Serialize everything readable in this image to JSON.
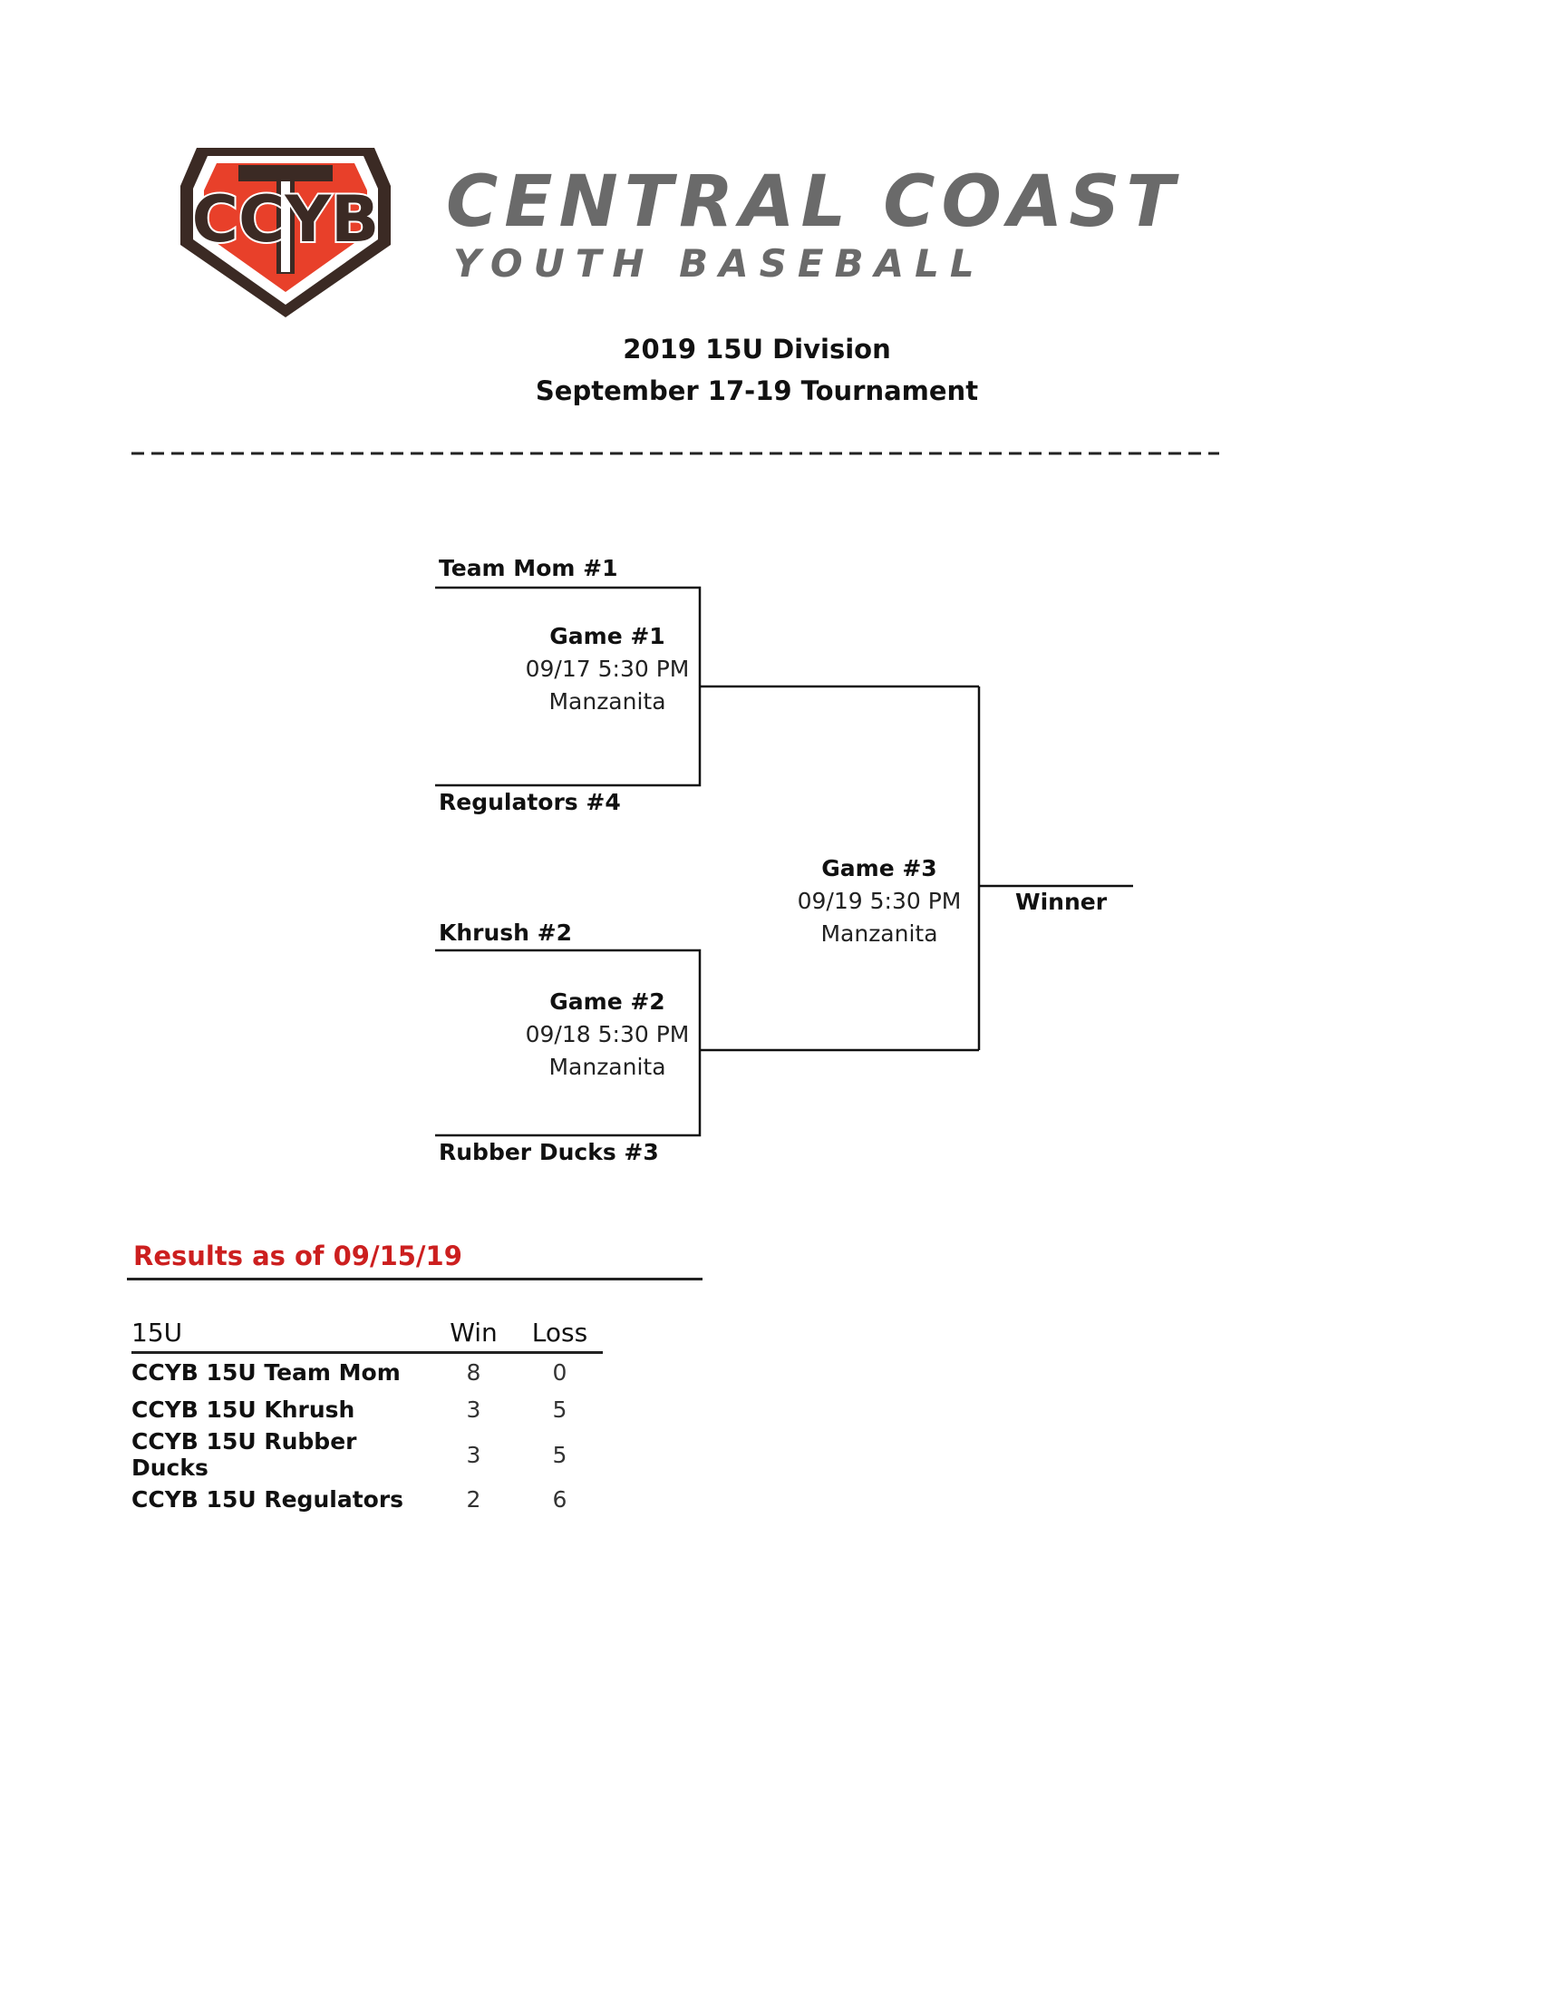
{
  "header": {
    "logo_text": "CCYB",
    "wordmark_line1": "CENTRAL COAST",
    "wordmark_line2": "YOUTH BASEBALL"
  },
  "title": {
    "line1": "2019 15U Division",
    "line2": "September 17-19 Tournament"
  },
  "bracket": {
    "teams": {
      "slot1": "Team Mom #1",
      "slot2": "Regulators #4",
      "slot3": "Khrush #2",
      "slot4": "Rubber Ducks #3"
    },
    "games": [
      {
        "name": "Game #1",
        "datetime": "09/17 5:30 PM",
        "location": "Manzanita"
      },
      {
        "name": "Game #2",
        "datetime": "09/18 5:30 PM",
        "location": "Manzanita"
      },
      {
        "name": "Game #3",
        "datetime": "09/19 5:30 PM",
        "location": "Manzanita"
      }
    ],
    "winner_label": "Winner"
  },
  "results": {
    "heading": "Results as of 09/15/19",
    "columns": {
      "division": "15U",
      "win": "Win",
      "loss": "Loss"
    },
    "rows": [
      {
        "team": "CCYB 15U Team Mom",
        "win": "8",
        "loss": "0"
      },
      {
        "team": "CCYB 15U Khrush",
        "win": "3",
        "loss": "5"
      },
      {
        "team": "CCYB 15U Rubber Ducks",
        "win": "3",
        "loss": "5"
      },
      {
        "team": "CCYB 15U Regulators",
        "win": "2",
        "loss": "6"
      }
    ]
  },
  "colors": {
    "accent_red": "#cc1f1f",
    "logo_red": "#e8402a",
    "logo_dark": "#3b2a24",
    "wordmark_gray": "#6a6a6a"
  }
}
